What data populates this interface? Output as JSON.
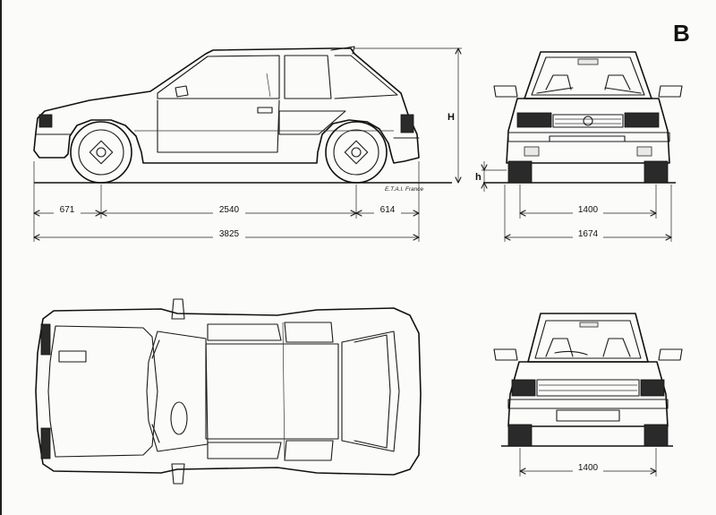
{
  "sheet": {
    "plate_letter": "B",
    "credit": "E.T.A.I. France"
  },
  "dimensions": {
    "front_overhang": "671",
    "wheelbase": "2540",
    "rear_overhang": "614",
    "overall_length": "3825",
    "front_track": "1400",
    "overall_width": "1674",
    "rear_track": "1400",
    "height_label": "H",
    "clearance_label": "h"
  }
}
